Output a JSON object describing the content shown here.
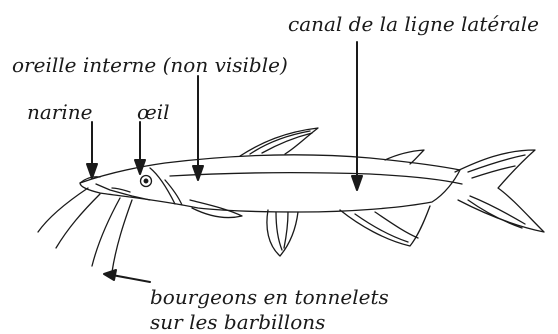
{
  "labels": {
    "lateral_line": "canal de la ligne latérale",
    "inner_ear": "oreille interne (non visible)",
    "nostril": "narine",
    "eye": "œil",
    "barbel_buds_line1": "bourgeons en tonnelets",
    "barbel_buds_line2": "sur les barbillons"
  },
  "colors": {
    "ink": "#1a1a1a",
    "background": "#ffffff"
  }
}
